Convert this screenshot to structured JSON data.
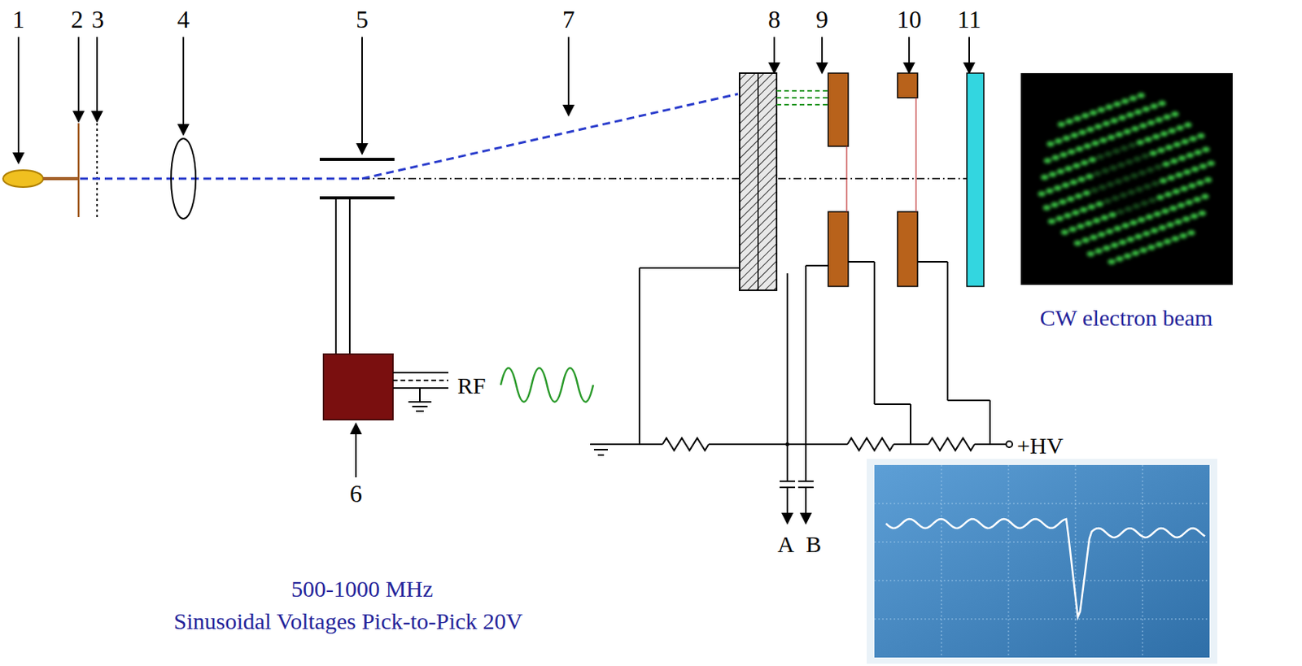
{
  "diagram": {
    "labels": [
      "1",
      "2",
      "3",
      "4",
      "5",
      "7",
      "8",
      "9",
      "10",
      "11",
      "CW electron beam",
      "6",
      "RF",
      "A",
      "B",
      "+HV",
      "500-1000 MHz",
      "Sinusoidal Voltages Pick-to-Pick 20V"
    ]
  }
}
